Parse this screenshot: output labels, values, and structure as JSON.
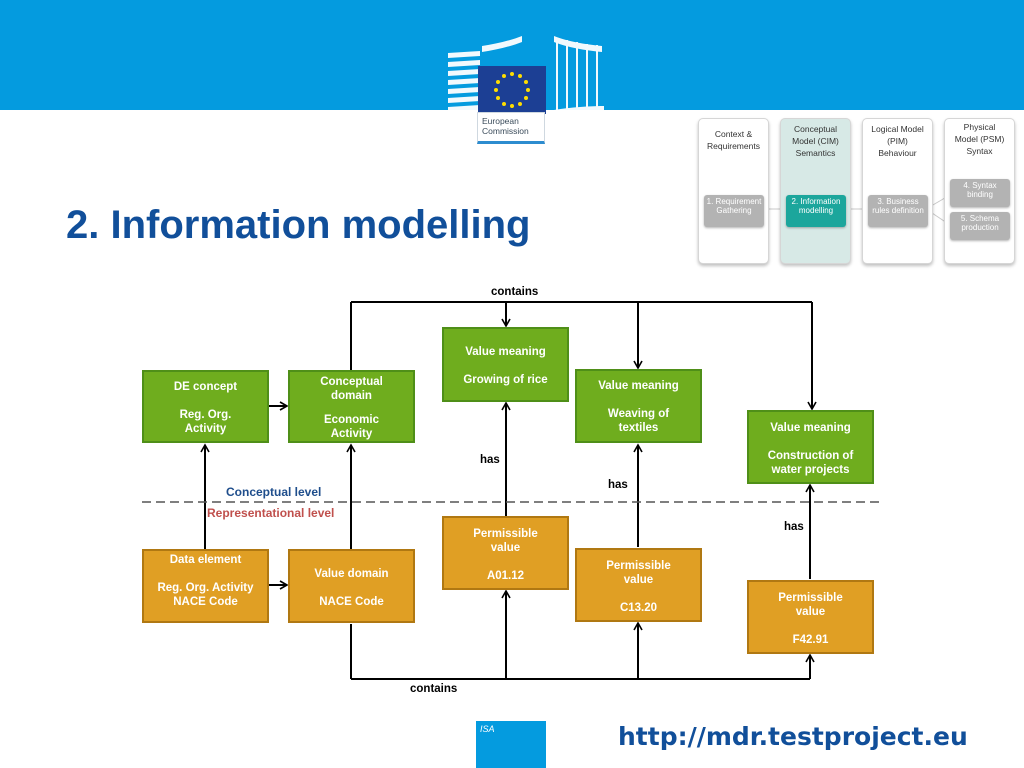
{
  "header": {
    "logo_lines": [
      "European",
      "Commission"
    ]
  },
  "slide": {
    "title": "2. Information modelling",
    "url": "http://mdr.testproject.eu",
    "isa_label": "ISA"
  },
  "process_panel": {
    "columns": [
      {
        "head": [
          "Context &",
          "Requirements"
        ],
        "steps": [
          "1. Requirement Gathering"
        ],
        "active": false
      },
      {
        "head": [
          "Conceptual",
          "Model (CIM)",
          "Semantics"
        ],
        "steps": [
          "2. Information modelling"
        ],
        "active": true
      },
      {
        "head": [
          "Logical Model",
          "(PIM)",
          "Behaviour"
        ],
        "steps": [
          "3. Business rules definition"
        ],
        "active": false
      },
      {
        "head": [
          "Physical",
          "Model (PSM)",
          "Syntax"
        ],
        "steps": [
          "4. Syntax binding",
          "5. Schema production"
        ],
        "active": false
      }
    ]
  },
  "diagram": {
    "levels": {
      "conceptual": "Conceptual level",
      "representational": "Representational level"
    },
    "connector_labels": {
      "contains_top": "contains",
      "contains_bottom": "contains",
      "has": "has"
    },
    "boxes": {
      "de_concept": {
        "title": "DE concept",
        "body": "Reg. Org. Activity"
      },
      "conceptual_domain": {
        "title": "Conceptual domain",
        "body": "Economic Activity"
      },
      "vm_rice": {
        "title": "Value meaning",
        "body": "Growing of rice"
      },
      "vm_textiles": {
        "title": "Value meaning",
        "body": "Weaving of textiles"
      },
      "vm_water": {
        "title": "Value meaning",
        "body": "Construction of water projects"
      },
      "data_element": {
        "title": "Data element",
        "body": "Reg. Org. Activity NACE Code"
      },
      "value_domain": {
        "title": "Value domain",
        "body": "NACE Code"
      },
      "pv_a01": {
        "title": "Permissible value",
        "body": "A01.12"
      },
      "pv_c13": {
        "title": "Permissible value",
        "body": "C13.20"
      },
      "pv_f42": {
        "title": "Permissible value",
        "body": "F42.91"
      }
    }
  },
  "colors": {
    "header_blue": "#049bdf",
    "title_blue": "#114f9a",
    "green_box": "#6fad1e",
    "orange_box": "#e09f24",
    "conceptual_text": "#1f4e8c",
    "representational_text": "#c0504d",
    "active_step": "#1ca69c"
  }
}
